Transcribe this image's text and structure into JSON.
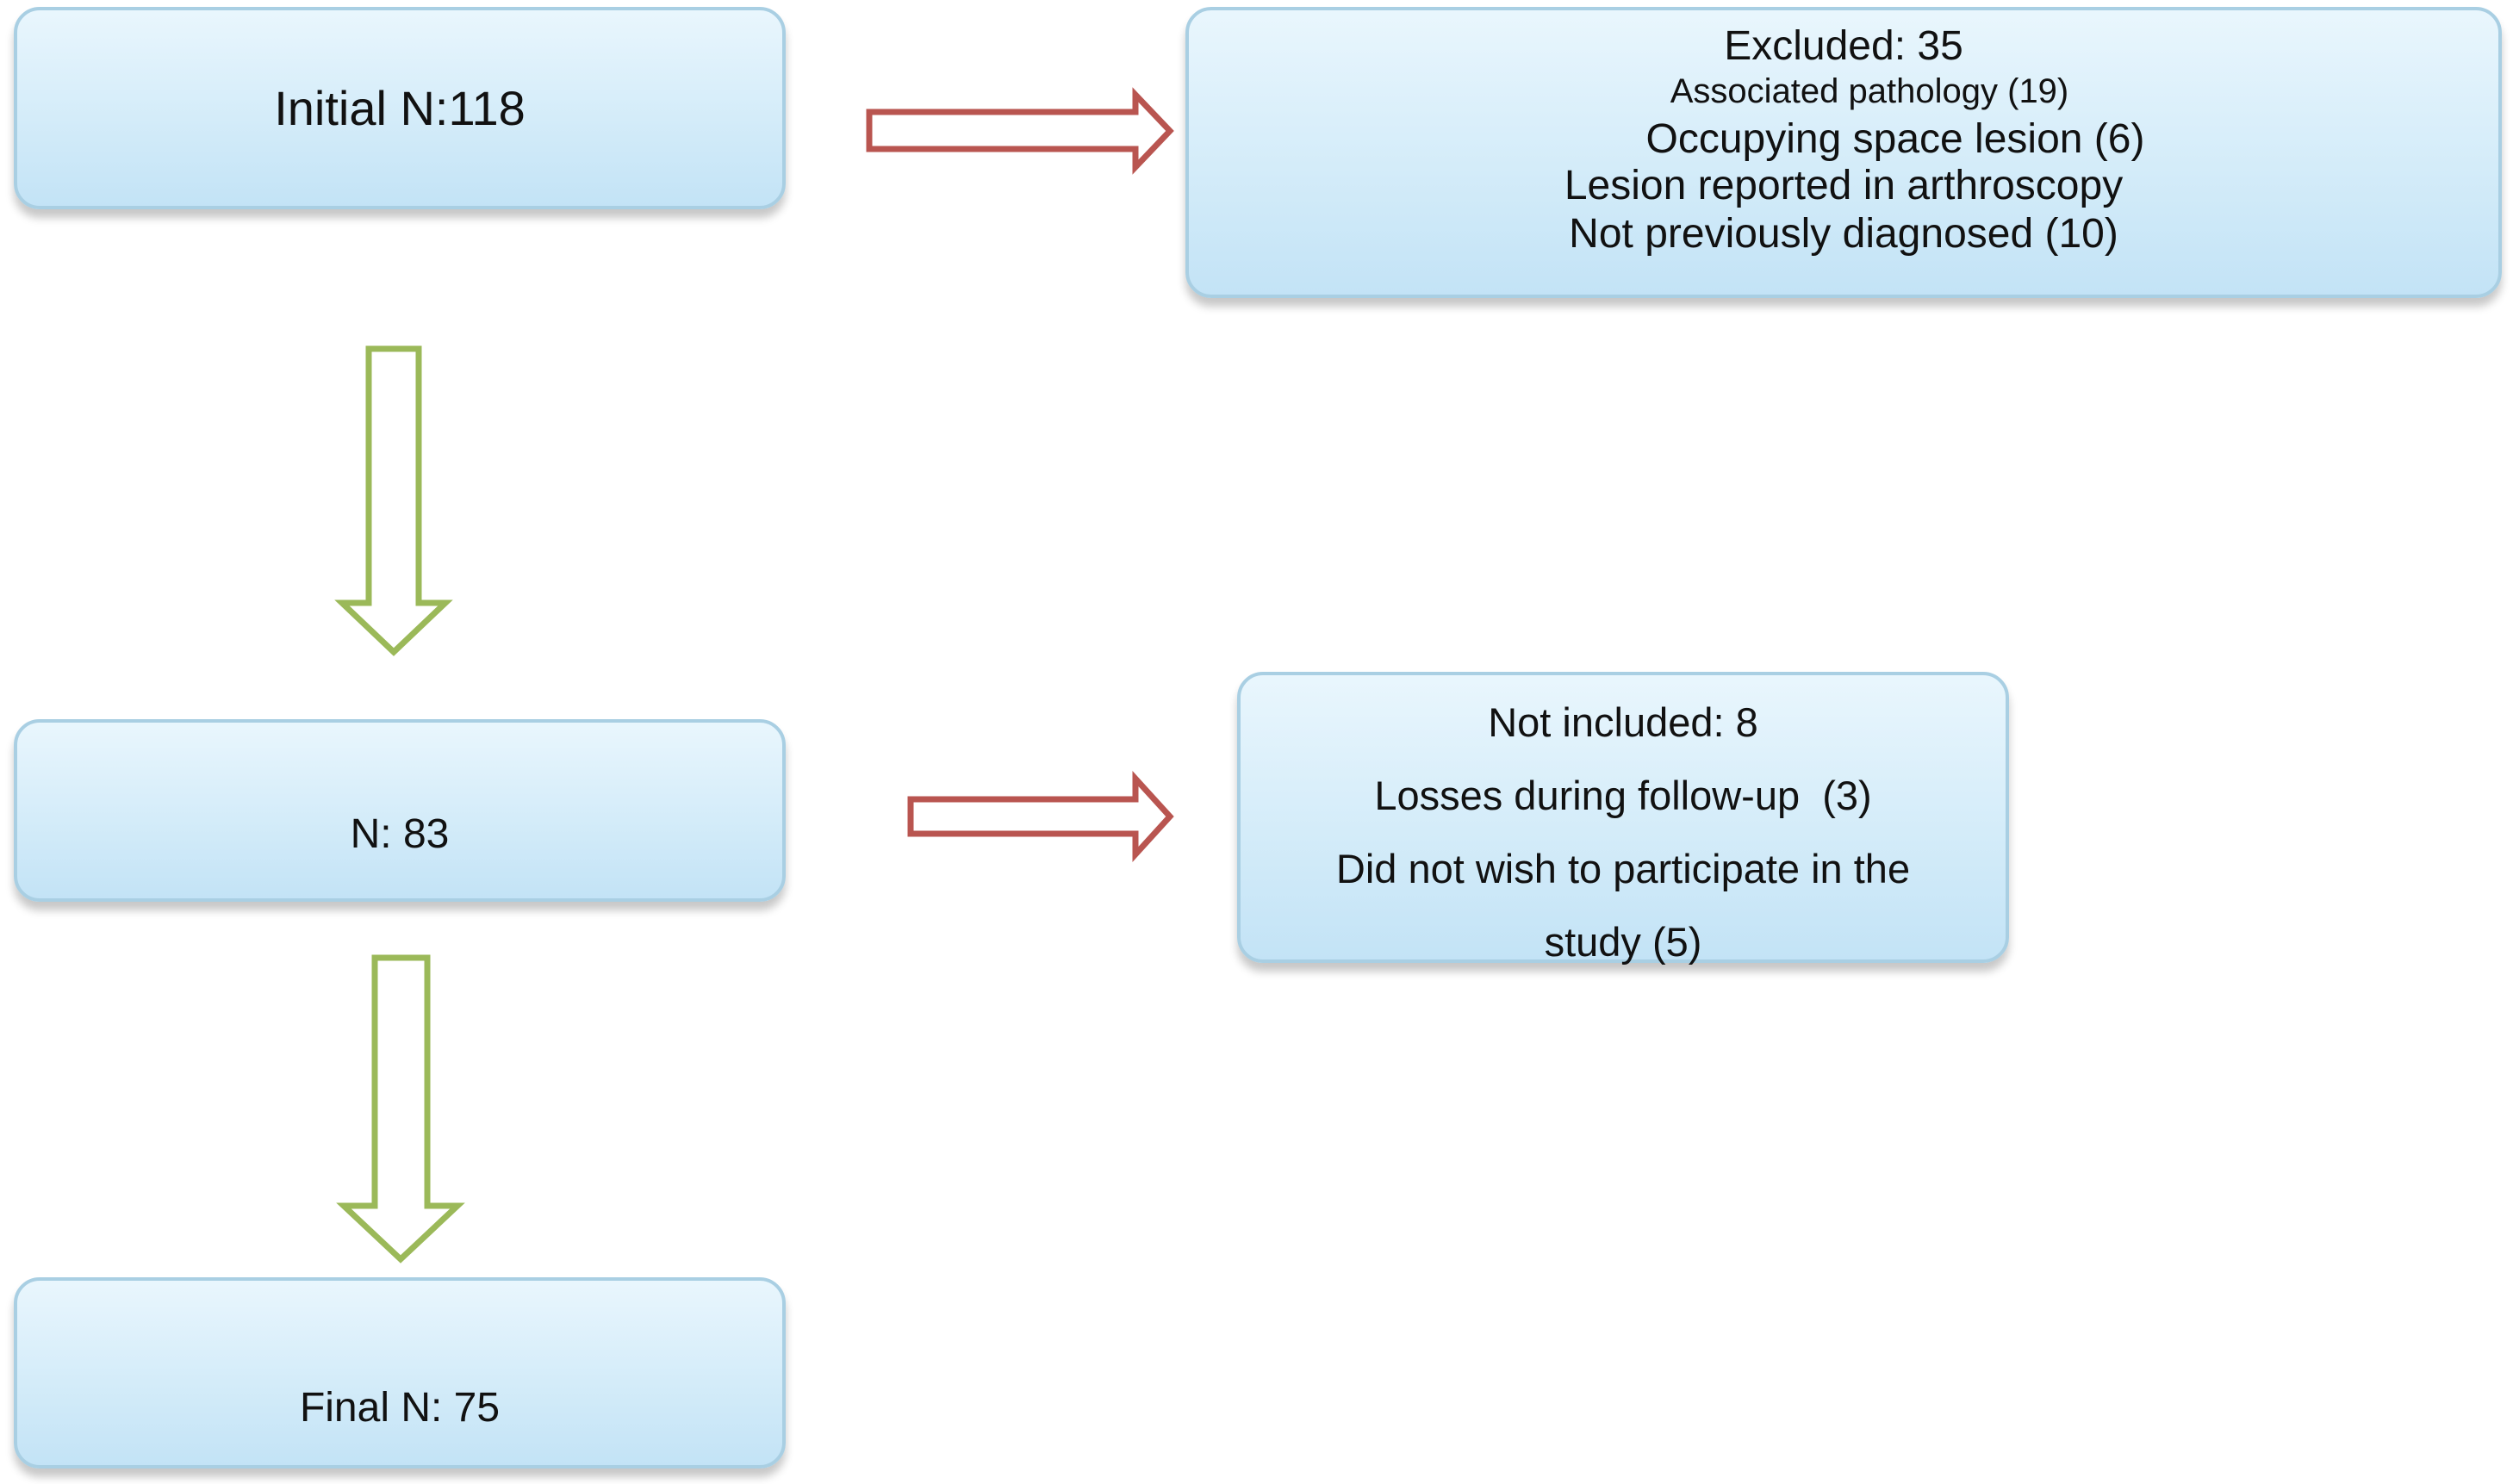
{
  "boxes": {
    "initial": "Initial N:118",
    "n83": "N: 83",
    "final": "Final N: 75",
    "excluded": {
      "title": "Excluded: 35",
      "lines": [
        "Associated pathology (19)",
        "Occupying space lesion (6)",
        "Lesion reported in arthroscopy",
        "Not previously diagnosed (10)"
      ]
    },
    "not_included": {
      "title": "Not included: 8",
      "lines": [
        "Losses during follow-up  (3)",
        "Did not wish to participate in the",
        "study (5)"
      ]
    }
  },
  "colors": {
    "box_border": "#a9cfe3",
    "box_fill": "#d4ecf9",
    "down_arrow": "#9bb959",
    "right_arrow": "#b95550"
  }
}
